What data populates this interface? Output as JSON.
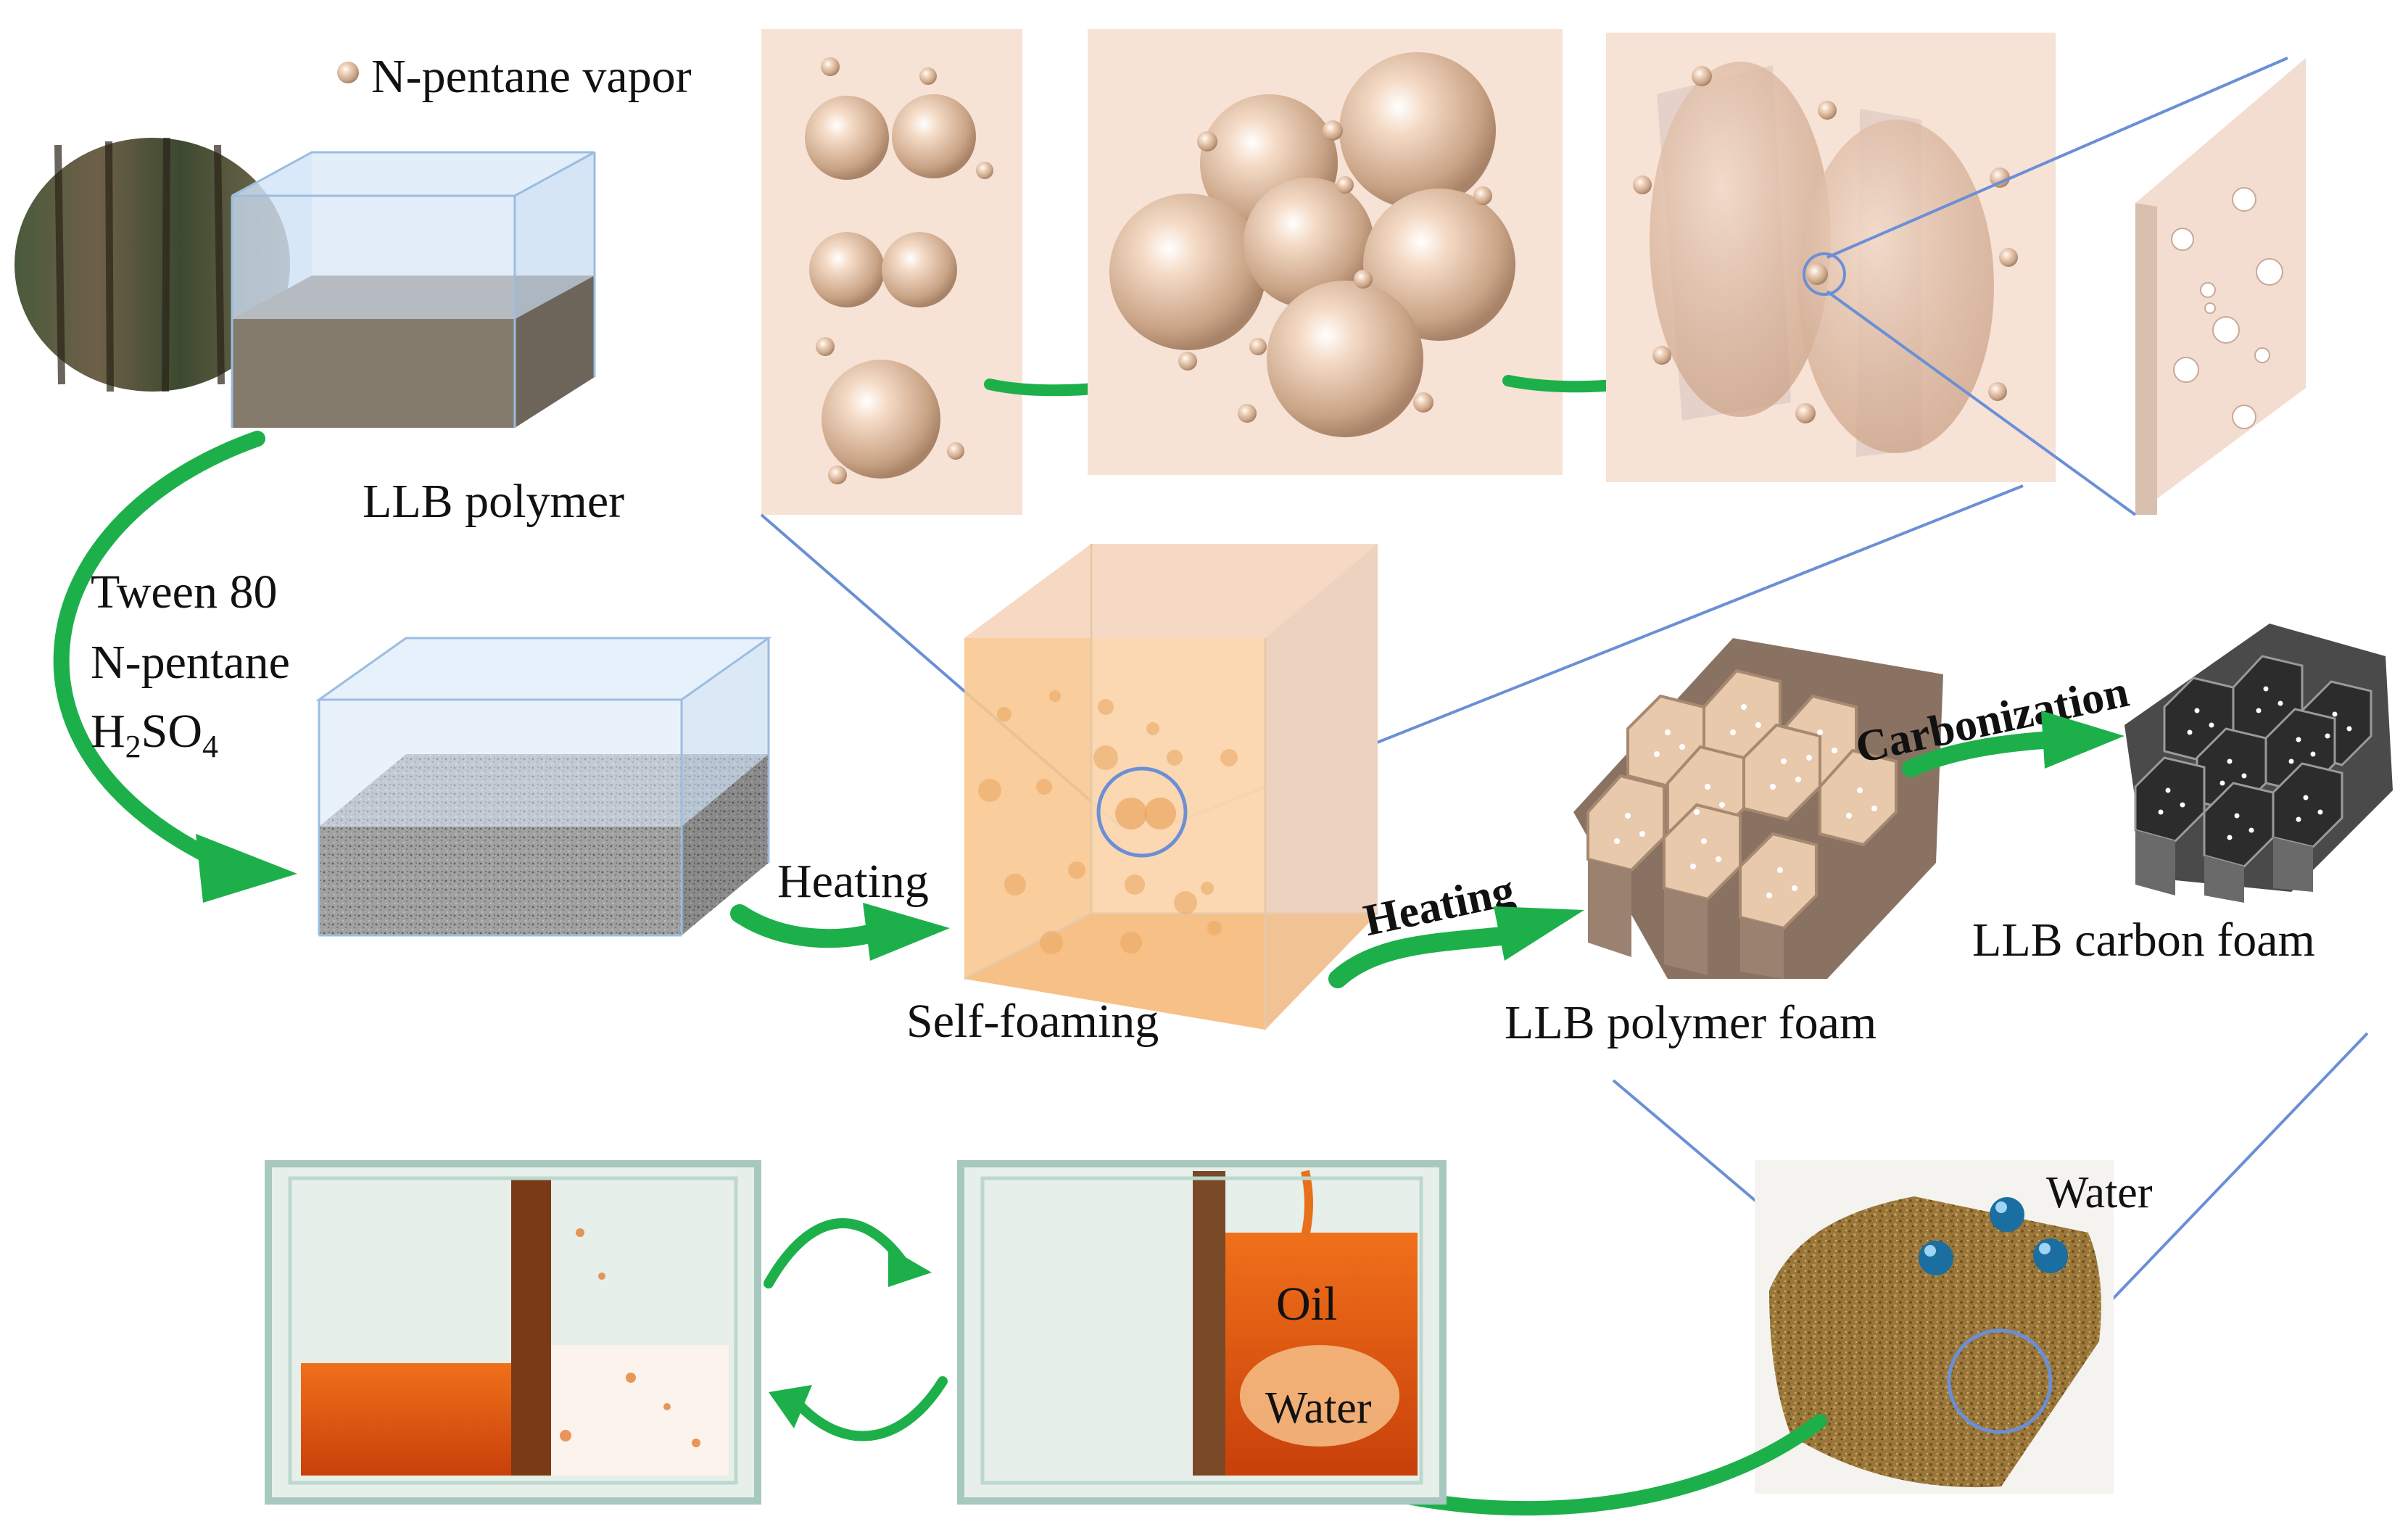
{
  "labels": {
    "vapor_legend": "N-pentane vapor",
    "llb_polymer": "LLB polymer",
    "reagent_1": "Tween 80",
    "reagent_2": "N-pentane",
    "reagent_3_main": "H",
    "reagent_3_sub1": "2",
    "reagent_3_mid": "SO",
    "reagent_3_sub2": "4",
    "heating_1": "Heating",
    "heating_2": "Heating",
    "self_foaming": "Self-foaming",
    "polymer_foam": "LLB polymer foam",
    "carbonization": "Carbonization",
    "carbon_foam": "LLB carbon foam",
    "water_droplets": "Water",
    "oil": "Oil",
    "water_layer": "Water"
  },
  "colors": {
    "process_arrow": "#1db04a",
    "zoom_line": "#6b8fd6",
    "panel_bg": "#f7e2d6",
    "bubble": "#e8c8b0",
    "foam_tan": "#c9a88a",
    "carbon_dark": "#3a3a3a",
    "oil": "#e05a10"
  }
}
